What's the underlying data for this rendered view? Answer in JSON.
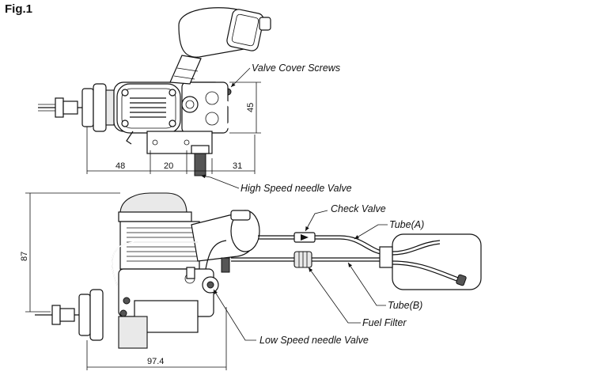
{
  "figure": {
    "title": "Fig.1"
  },
  "callouts": {
    "valve_cover_screws": "Valve Cover Screws",
    "high_speed_needle": "High Speed needle Valve",
    "check_valve": "Check Valve",
    "tube_a": "Tube(A)",
    "tube_b": "Tube(B)",
    "fuel_filter": "Fuel Filter",
    "low_speed_needle": "Low Speed needle Valve"
  },
  "dimensions": {
    "top_height": "45",
    "top_w1": "48",
    "top_w2": "20",
    "top_w3": "31",
    "side_height": "87",
    "side_width": "97.4"
  }
}
